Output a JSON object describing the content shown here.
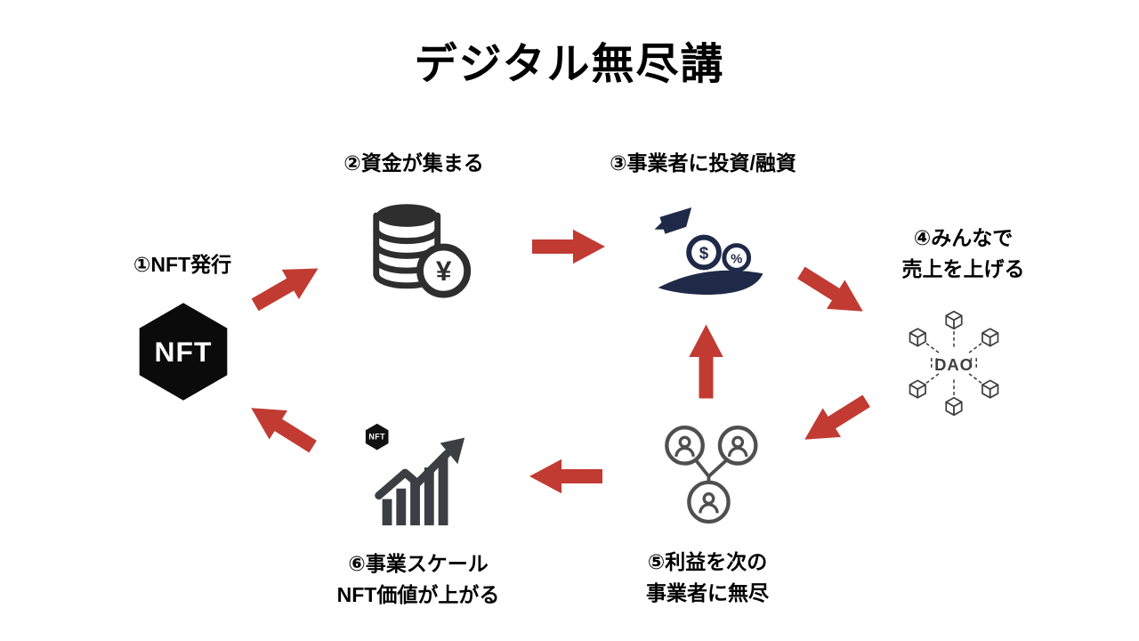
{
  "title": "デジタル無尽講",
  "colors": {
    "arrow_red": "#c13b33",
    "icon_dark": "#2e2e2e",
    "icon_navy": "#1e2a47",
    "icon_gray": "#4f4f4f",
    "background": "#ffffff",
    "text": "#000000"
  },
  "steps": [
    {
      "label": "①NFT発行",
      "icon": "nft-hexagon-icon"
    },
    {
      "label": "②資金が集まる",
      "icon": "coin-stack-yen-icon"
    },
    {
      "label": "③事業者に投資/融資",
      "icon": "hand-receiving-money-icon"
    },
    {
      "label_line1": "④みんなで",
      "label_line2": "売上を上げる",
      "icon": "dao-network-icon"
    },
    {
      "label_line1": "⑤利益を次の",
      "label_line2": "事業者に無尽",
      "icon": "people-network-icon"
    },
    {
      "label_line1": "⑥事業スケール",
      "label_line2": "NFT価値が上がる",
      "icon": "growth-chart-nft-icon"
    }
  ],
  "icon_texts": {
    "nft_logo": "NFT",
    "yen_symbol": "¥",
    "dollar_symbol": "$",
    "percent_symbol": "%",
    "dao_label": "DAO",
    "nft_badge": "NFT"
  }
}
